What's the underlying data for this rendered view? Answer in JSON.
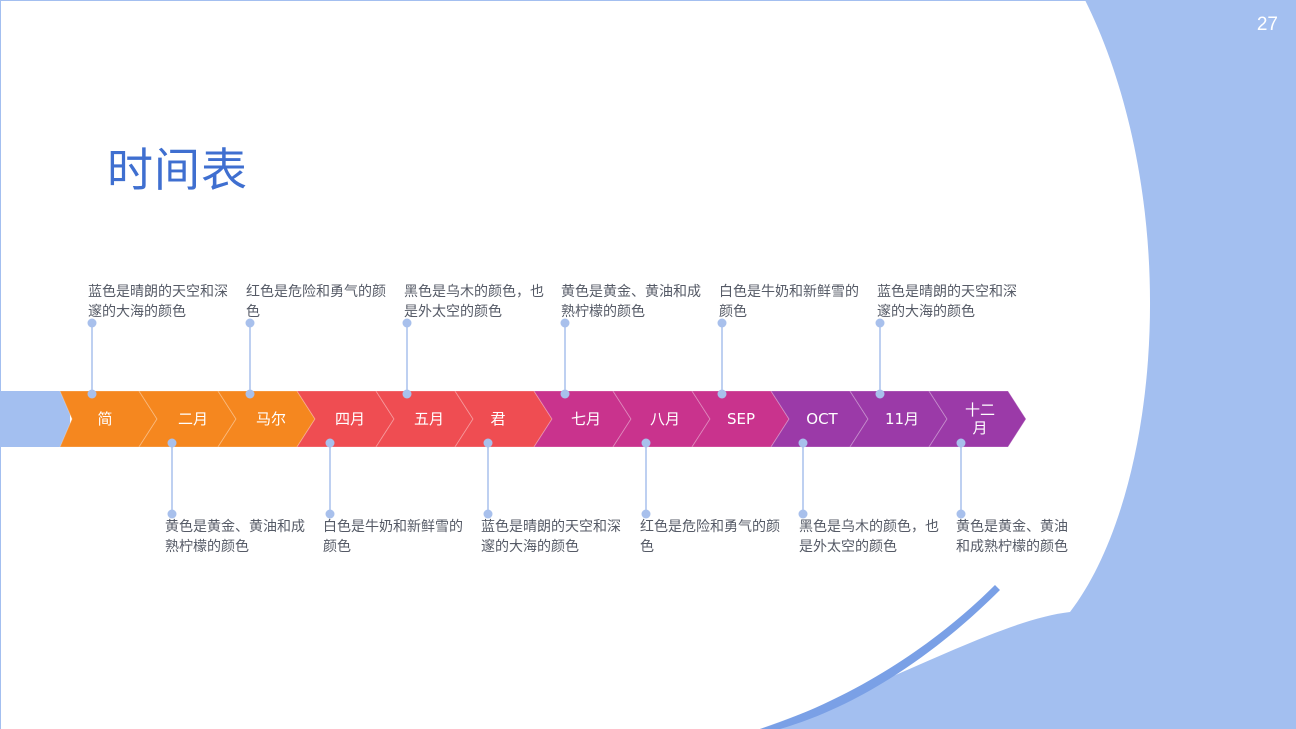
{
  "page": {
    "number": "27",
    "title": "时间表"
  },
  "colors": {
    "accent_blue": "#a3bff0",
    "accent_blue_dark": "#7aa0e6",
    "title_blue": "#3f6fd0",
    "connector": "#a8c0ec"
  },
  "timeline": {
    "months": [
      {
        "label": "简",
        "color": "#f5871f"
      },
      {
        "label": "二月",
        "color": "#f5871f"
      },
      {
        "label": "马尔",
        "color": "#f5871f"
      },
      {
        "label": "四月",
        "color": "#ef4d52"
      },
      {
        "label": "五月",
        "color": "#ef4d52"
      },
      {
        "label": "君",
        "color": "#ef4d52"
      },
      {
        "label": "七月",
        "color": "#c9338d"
      },
      {
        "label": "八月",
        "color": "#c9338d"
      },
      {
        "label": "SEP",
        "color": "#c9338d"
      },
      {
        "label": "OCT",
        "color": "#9b3aa8"
      },
      {
        "label": "11月",
        "color": "#9b3aa8"
      },
      {
        "label": "十二月",
        "color": "#9b3aa8"
      }
    ],
    "notes_top": [
      "蓝色是晴朗的天空和深邃的大海的颜色",
      "红色是危险和勇气的颜色",
      "黑色是乌木的颜色，也是外太空的颜色",
      "黄色是黄金、黄油和成熟柠檬的颜色",
      "白色是牛奶和新鲜雪的颜色",
      "蓝色是晴朗的天空和深邃的大海的颜色"
    ],
    "notes_bottom": [
      "黄色是黄金、黄油和成熟柠檬的颜色",
      "白色是牛奶和新鲜雪的颜色",
      "蓝色是晴朗的天空和深邃的大海的颜色",
      "红色是危险和勇气的颜色",
      "黑色是乌木的颜色，也是外太空的颜色",
      "黄色是黄金、黄油和成熟柠檬的颜色"
    ]
  }
}
